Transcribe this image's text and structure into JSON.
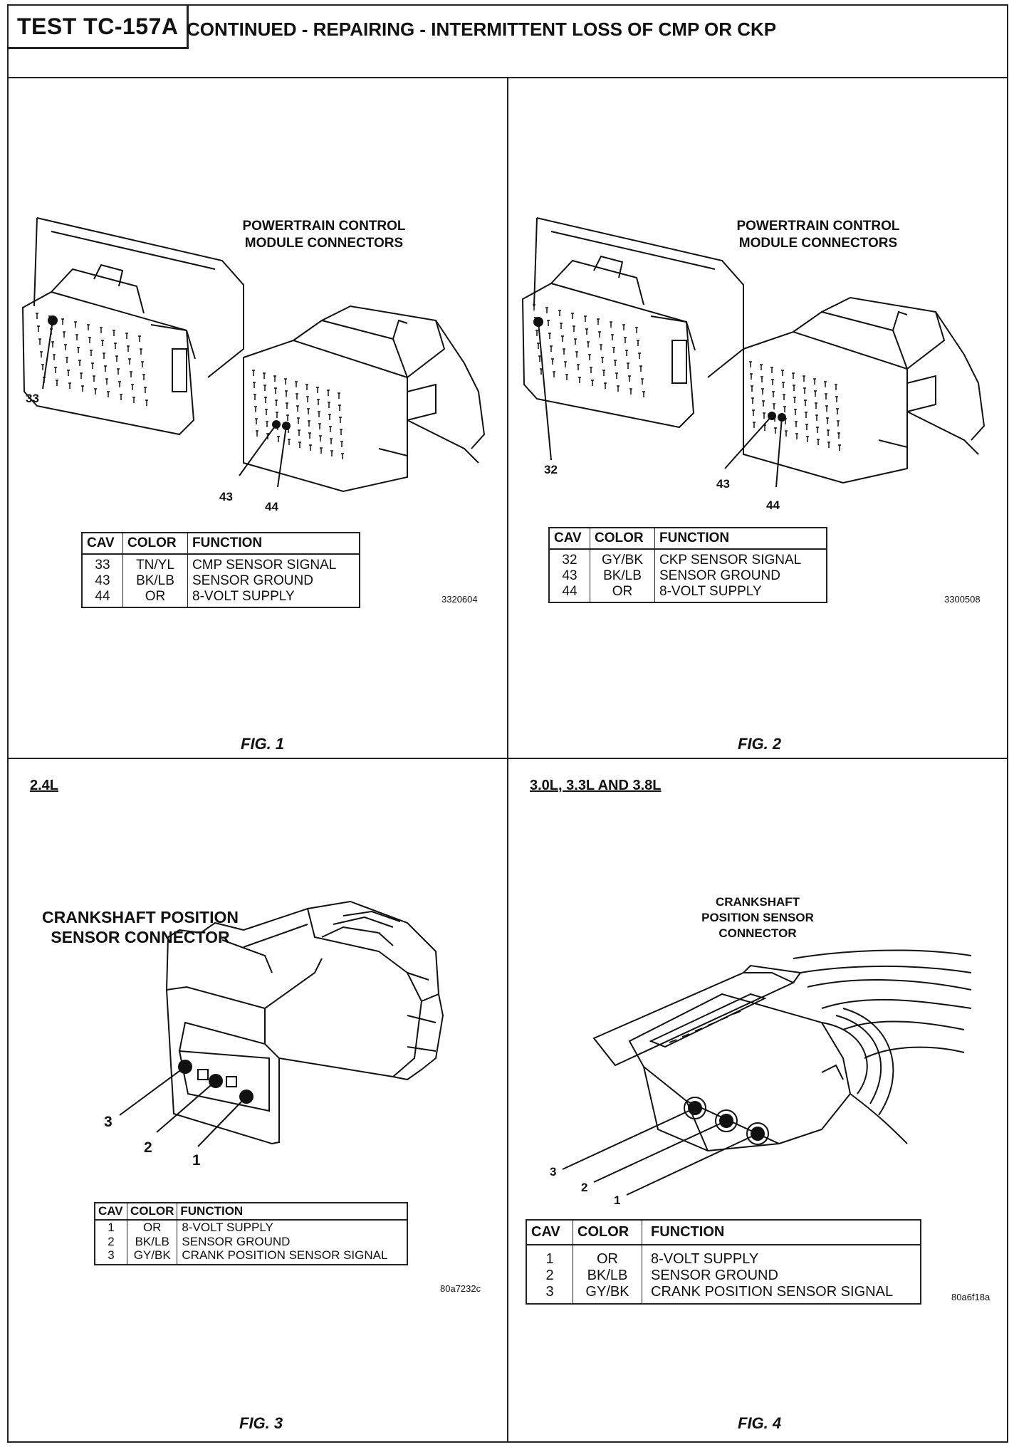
{
  "header": {
    "test_id": "TEST TC-157A",
    "title": "CONTINUED - REPAIRING - INTERMITTENT LOSS OF CMP OR CKP"
  },
  "figures": [
    {
      "fig_label": "FIG. 1",
      "diagram_title": "POWERTRAIN CONTROL\nMODULE CONNECTORS",
      "callouts": [
        "33",
        "43",
        "44"
      ],
      "ref_code": "3320604",
      "table": {
        "headers": [
          "CAV",
          "COLOR",
          "FUNCTION"
        ],
        "rows": [
          [
            "33",
            "TN/YL",
            "CMP SENSOR SIGNAL"
          ],
          [
            "43",
            "BK/LB",
            "SENSOR GROUND"
          ],
          [
            "44",
            "OR",
            "8-VOLT SUPPLY"
          ]
        ]
      }
    },
    {
      "fig_label": "FIG. 2",
      "diagram_title": "POWERTRAIN CONTROL\nMODULE CONNECTORS",
      "callouts": [
        "32",
        "43",
        "44"
      ],
      "ref_code": "3300508",
      "table": {
        "headers": [
          "CAV",
          "COLOR",
          "FUNCTION"
        ],
        "rows": [
          [
            "32",
            "GY/BK",
            "CKP SENSOR SIGNAL"
          ],
          [
            "43",
            "BK/LB",
            "SENSOR GROUND"
          ],
          [
            "44",
            "OR",
            "8-VOLT SUPPLY"
          ]
        ]
      }
    },
    {
      "fig_label": "FIG. 3",
      "engine_label": "2.4L",
      "diagram_title": "CRANKSHAFT POSITION\nSENSOR CONNECTOR",
      "callouts": [
        "3",
        "2",
        "1"
      ],
      "ref_code": "80a7232c",
      "table": {
        "headers": [
          "CAV",
          "COLOR",
          "FUNCTION"
        ],
        "rows": [
          [
            "1",
            "OR",
            "8-VOLT SUPPLY"
          ],
          [
            "2",
            "BK/LB",
            "SENSOR GROUND"
          ],
          [
            "3",
            "GY/BK",
            "CRANK POSITION SENSOR SIGNAL"
          ]
        ]
      }
    },
    {
      "fig_label": "FIG. 4",
      "engine_label": "3.0L, 3.3L AND 3.8L",
      "diagram_title": "CRANKSHAFT\nPOSITION SENSOR\nCONNECTOR",
      "callouts": [
        "3",
        "2",
        "1"
      ],
      "ref_code": "80a6f18a",
      "table": {
        "headers": [
          "CAV",
          "COLOR",
          "FUNCTION"
        ],
        "rows": [
          [
            "1",
            "OR",
            "8-VOLT SUPPLY"
          ],
          [
            "2",
            "BK/LB",
            "SENSOR GROUND"
          ],
          [
            "3",
            "GY/BK",
            "CRANK POSITION SENSOR SIGNAL"
          ]
        ]
      }
    }
  ]
}
